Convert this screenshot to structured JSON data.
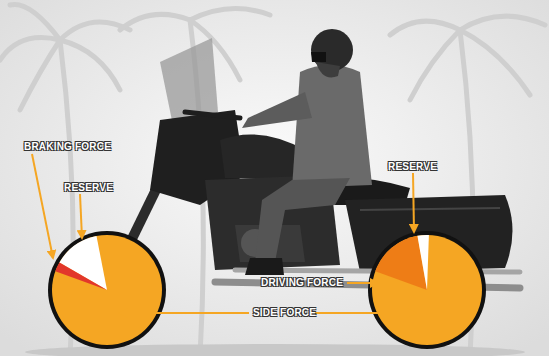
{
  "diagram": {
    "labels": [
      "BRAKING FORCE",
      "RESERVE",
      "RESERVE",
      "DRIVING FORCE",
      "SIDE FORCE"
    ]
  }
}
